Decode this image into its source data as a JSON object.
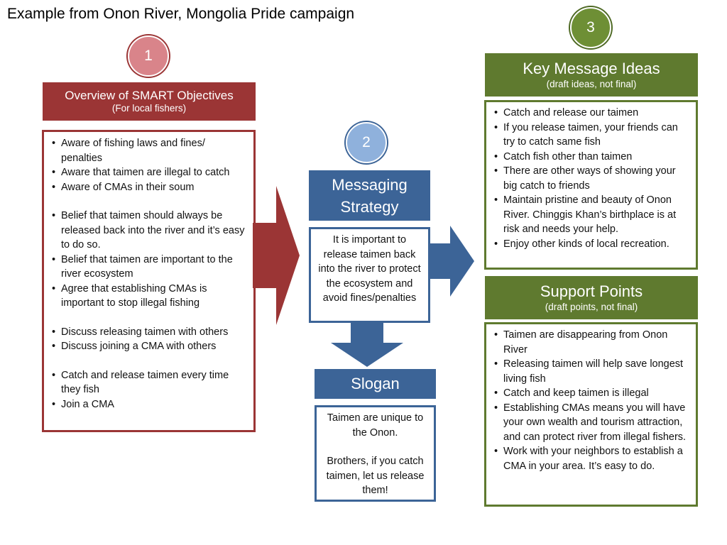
{
  "title": "Example from Onon River, Mongolia Pride campaign",
  "colors": {
    "red": "#9B3535",
    "red_circle": "#D9848A",
    "blue": "#3C6497",
    "blue_circle": "#8FB1DC",
    "green": "#5F7A2F",
    "green_circle": "#6E8F35"
  },
  "step1": {
    "number": "1",
    "header_title": "Overview of SMART Objectives",
    "header_subtitle": "(For  local fishers)",
    "groups": [
      [
        "Aware of fishing laws and fines/ penalties",
        "Aware that taimen are illegal to catch",
        "Aware of CMAs in their soum"
      ],
      [
        "Belief that taimen should always be released back into the river and it’s easy to do so.",
        "Belief that taimen are important to the river ecosystem",
        "Agree that establishing CMAs is important to stop illegal fishing"
      ],
      [
        "Discuss releasing taimen with others",
        "Discuss joining a CMA with others"
      ],
      [
        "Catch and release taimen every time they fish",
        "Join a CMA"
      ]
    ]
  },
  "step2": {
    "number": "2",
    "header_title": "Messaging Strategy",
    "body": "It is important to release taimen back into the river to protect the ecosystem and avoid fines/penalties",
    "slogan_title": "Slogan",
    "slogan_line1": "Taimen are unique to the Onon.",
    "slogan_line2": "Brothers, if you catch taimen, let us release them!"
  },
  "step3": {
    "number": "3",
    "key_title": "Key Message Ideas",
    "key_subtitle": "(draft ideas, not final)",
    "key_items": [
      "Catch and release our taimen",
      "If you release taimen, your friends can try to catch same fish",
      "Catch fish other than taimen",
      "There are other ways of showing your big catch to friends",
      "Maintain pristine and beauty of Onon River. Chinggis Khan’s birthplace is at risk and needs your help.",
      "Enjoy other kinds of local recreation."
    ],
    "support_title": "Support Points",
    "support_subtitle": "(draft  points, not final)",
    "support_items": [
      "Taimen are disappearing from Onon River",
      "Releasing taimen will help save longest living fish",
      "Catch and keep taimen is illegal",
      " Establishing CMAs means you will have your own wealth and tourism attraction, and can protect river from illegal fishers.",
      "Work with your neighbors to establish a CMA in your area. It’s easy to do."
    ]
  }
}
